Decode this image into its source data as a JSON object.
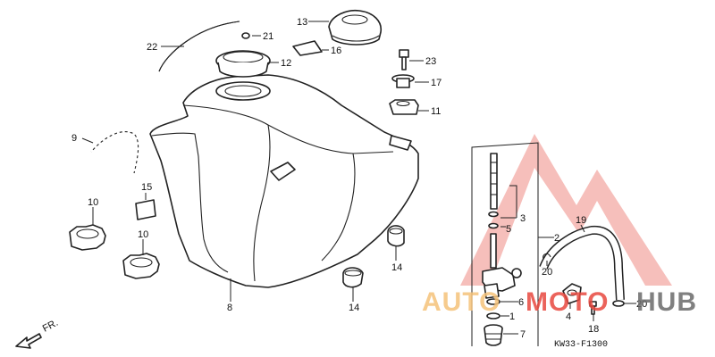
{
  "diagram": {
    "callouts": [
      "1",
      "2",
      "3",
      "4",
      "5",
      "6",
      "7",
      "8",
      "9",
      "10",
      "10",
      "11",
      "12",
      "13",
      "14",
      "14",
      "15",
      "16",
      "17",
      "18",
      "19",
      "20",
      "20",
      "21",
      "22",
      "23"
    ],
    "direction_label": "FR.",
    "figure_code": "KW33-F1300"
  },
  "watermark": {
    "text_a": "AUTO",
    "text_b": "MOTO",
    "text_c": "HUB",
    "color_orange": "#f5c27a",
    "color_red": "#e8483f",
    "color_gray": "#6b6b6b"
  }
}
